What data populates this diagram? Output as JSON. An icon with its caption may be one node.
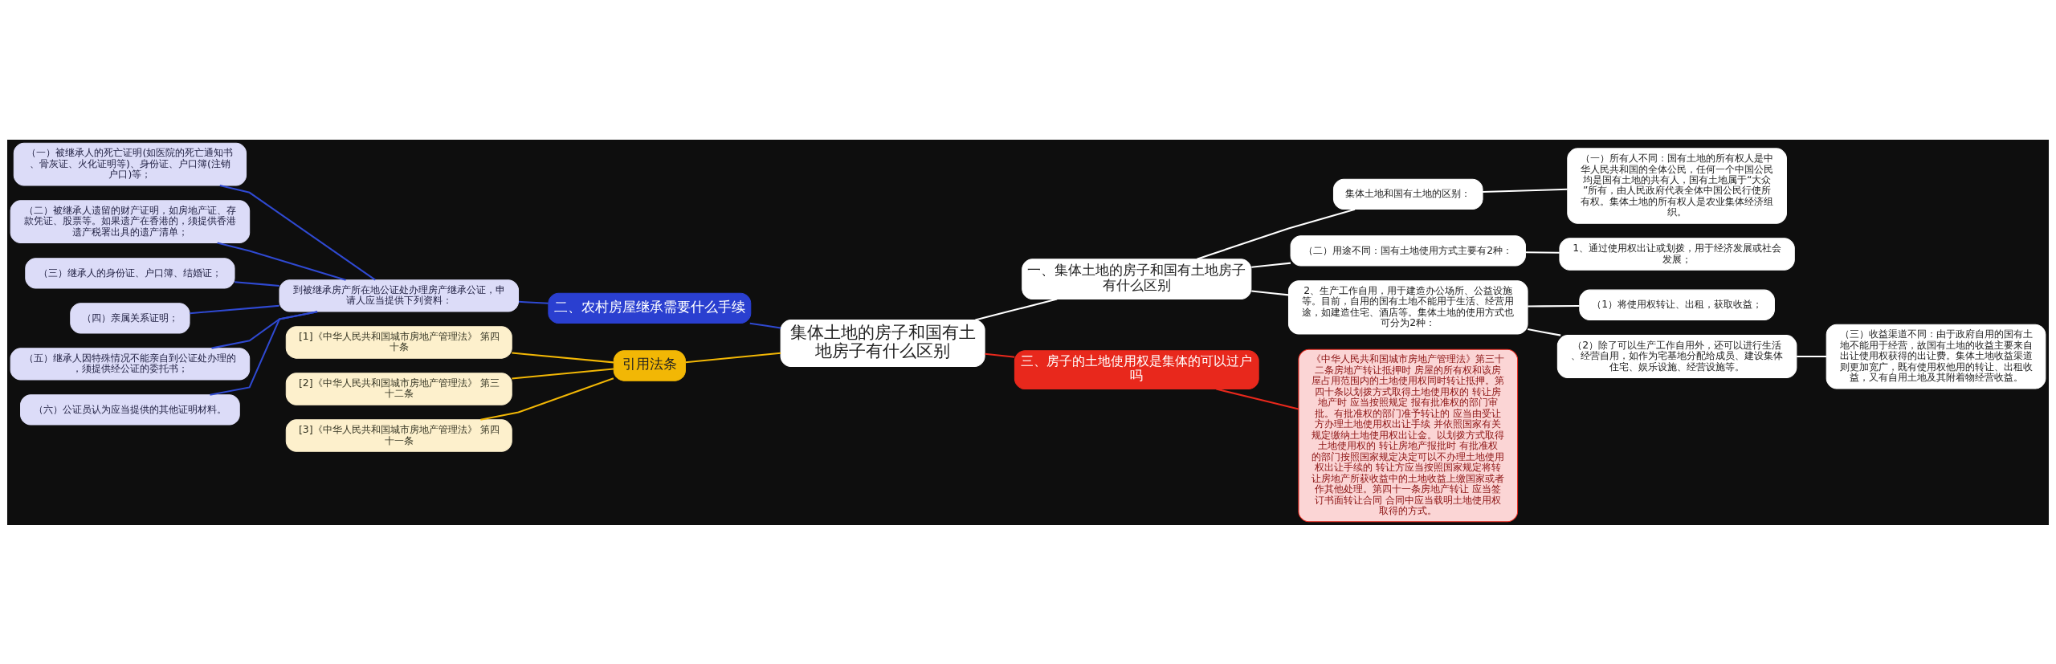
{
  "diagram": {
    "nodes": [
      {
        "text": [
          "集体土地的房子和国有土地房子有什么区别"
        ]
      },
      {
        "text": [
          "二、农村房屋继承需要什么手续"
        ]
      },
      {
        "text": [
          "到被继承房产所在地公证处办理房产继承公证，申请人应当提供下列资料："
        ]
      },
      {
        "text": [
          "（一）被继承人的死亡证明(如医院的死亡通知书、骨灰证、火化证明等)、身份证、户口簿(注销户口)等；"
        ]
      },
      {
        "text": [
          "（二）被继承人遗留的财产证明，如房地产证、存款凭证、股票等。如果遗产在香港的，须提供香港遗产税署出具的遗产清单；"
        ]
      },
      {
        "text": [
          "（三）继承人的身份证、户口簿、结婚证；"
        ]
      },
      {
        "text": [
          "（四）亲属关系证明；"
        ]
      },
      {
        "text": [
          "（五）继承人因特殊情况不能亲自到公证处办理的，须提供经公证的委托书；"
        ]
      },
      {
        "text": [
          "（六）公证员认为应当提供的其他证明材料。"
        ]
      },
      {
        "text": [
          "引用法条"
        ]
      },
      {
        "text": [
          "[1]《中华人民共和国城市房地产管理法》 第四十条"
        ]
      },
      {
        "text": [
          "[2]《中华人民共和国城市房地产管理法》 第三十二条"
        ]
      },
      {
        "text": [
          "[3]《中华人民共和国城市房地产管理法》 第四十一条"
        ]
      },
      {
        "text": [
          "一、集体土地的房子和国有土地房子有什么区别"
        ]
      },
      {
        "text": [
          "集体土地和国有土地的区别："
        ]
      },
      {
        "text": [
          "（一）所有人不同：国有土地的所有权人是中华人民共和国的全体公民，任何一个中国公民均是国有土地的共有人，国有土地属于“大众”所有，由人民政府代表全体中国公民行使所有权。集体土地的所有权人是农业集体经济组织。"
        ]
      },
      {
        "text": [
          "（二）用途不同：国有土地使用方式主要有2种："
        ]
      },
      {
        "text": [
          "1、通过使用权出让或划拨，用于经济发展或社会发展；"
        ]
      },
      {
        "text": [
          "2、生产工作自用，用于建造办公场所、公益设施等。目前，自用的国有土地不能用于生活、经营用途，如建造住宅、酒店等。集体土地的使用方式也可分为2种："
        ]
      },
      {
        "text": [
          "（1）将使用权转让、出租，获取收益；"
        ]
      },
      {
        "text": [
          "（2）除了可以生产工作自用外，还可以进行生活、经营自用，如作为宅基地分配给成员、建设集体住宅、娱乐设施、经营设施等。"
        ]
      },
      {
        "text": [
          "（三）收益渠道不同：由于政府自用的国有土地不能用于经营，故国有土地的收益主要来自出让使用权获得的出让费。集体土地收益渠道则更加宽广，既有使用权他用的转让、出租收益，又有自用土地及其附着物经营收益。"
        ]
      },
      {
        "text": [
          "三、房子的土地使用权是集体的可以过户吗"
        ]
      },
      {
        "text": [
          "《中华人民共和国城市房地产管理法》第三十二条房地产转让抵押时 房屋的所有权和该房屋占用范围内的土地使用权同时转让抵押。第四十条以划拨方式取得土地使用权的 转让房地产时 应当按照规定 报有批准权的部门审批。有批准权的部门准予转让的 应当由受让方办理土地使用权出让手续 并依照国家有关规定缴纳土地使用权出让金。以划拨方式取得土地使用权的 转让房地产报批时 有批准权的部门按照国家规定决定可以不办理土地使用权出让手续的 转让方应当按照国家规定将转让房地产所获收益中的土地收益上缴国家或者作其他处理。第四十一条房地产转让 应当签订书面转让合同 合同中应当载明土地使用权取得的方式。"
        ]
      }
    ],
    "edges": [
      {
        "from": 0,
        "to": 1,
        "arrow": "none",
        "color": "#2f49d1"
      },
      {
        "from": 1,
        "to": 2,
        "arrow": "none",
        "color": "#2f49d1"
      },
      {
        "from": 2,
        "to": 3,
        "arrow": "none",
        "color": "#2f49d1"
      },
      {
        "from": 2,
        "to": 4,
        "arrow": "none",
        "color": "#2f49d1"
      },
      {
        "from": 2,
        "to": 5,
        "arrow": "none",
        "color": "#2f49d1"
      },
      {
        "from": 2,
        "to": 6,
        "arrow": "none",
        "color": "#2f49d1"
      },
      {
        "from": 2,
        "to": 7,
        "arrow": "none",
        "color": "#2f49d1"
      },
      {
        "from": 2,
        "to": 8,
        "arrow": "none",
        "color": "#2f49d1"
      },
      {
        "from": 0,
        "to": 9,
        "arrow": "none",
        "color": "#f2b705"
      },
      {
        "from": 9,
        "to": 10,
        "arrow": "none",
        "color": "#f2b705"
      },
      {
        "from": 9,
        "to": 11,
        "arrow": "none",
        "color": "#f2b705"
      },
      {
        "from": 9,
        "to": 12,
        "arrow": "none",
        "color": "#f2b705"
      },
      {
        "from": 0,
        "to": 13,
        "arrow": "none"
      },
      {
        "from": 13,
        "to": 14,
        "arrow": "none"
      },
      {
        "from": 14,
        "to": 15,
        "arrow": "none"
      },
      {
        "from": 13,
        "to": 16,
        "arrow": "none"
      },
      {
        "from": 16,
        "to": 17,
        "arrow": "none"
      },
      {
        "from": 13,
        "to": 18,
        "arrow": "none"
      },
      {
        "from": 18,
        "to": 19,
        "arrow": "none"
      },
      {
        "from": 18,
        "to": 20,
        "arrow": "none"
      },
      {
        "from": 20,
        "to": 21,
        "arrow": "none"
      },
      {
        "from": 0,
        "to": 22,
        "arrow": "none",
        "color": "#e8281c"
      },
      {
        "from": 22,
        "to": 23,
        "arrow": "none",
        "color": "#e8281c"
      }
    ]
  }
}
